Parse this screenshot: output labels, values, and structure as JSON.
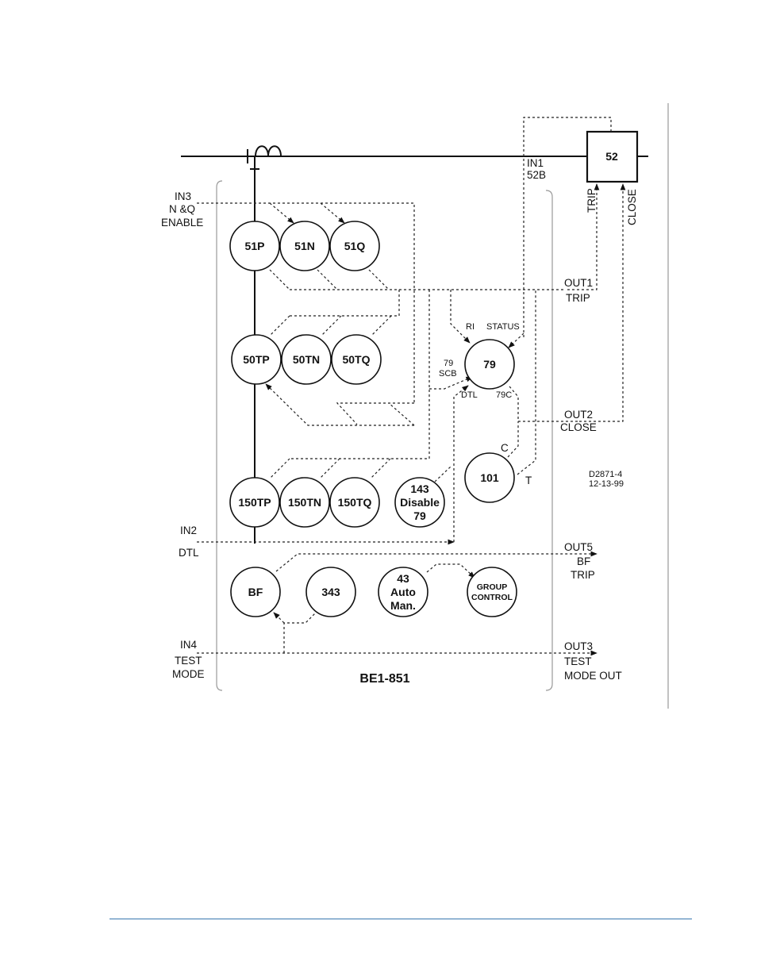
{
  "relay_model": "BE1-851",
  "drawing_no": "D2871-4",
  "drawing_date": "12-13-99",
  "breaker_label": "52",
  "inputs": {
    "in1": [
      "IN1",
      "52B"
    ],
    "in2": [
      "IN2",
      "DTL"
    ],
    "in3": [
      "IN3",
      "N &Q",
      "ENABLE"
    ],
    "in4": [
      "IN4",
      "TEST",
      "MODE"
    ]
  },
  "outputs": {
    "out1": [
      "OUT1",
      "TRIP"
    ],
    "out2": [
      "OUT2",
      "CLOSE"
    ],
    "out3": [
      "OUT3",
      "TEST",
      "MODE OUT"
    ],
    "out5": [
      "OUT5",
      "BF",
      "TRIP"
    ]
  },
  "breaker_ports": {
    "trip": "TRIP",
    "close": "CLOSE"
  },
  "elements": {
    "e51p": "51P",
    "e51n": "51N",
    "e51q": "51Q",
    "e50tp": "50TP",
    "e50tn": "50TN",
    "e50tq": "50TQ",
    "e150tp": "150TP",
    "e150tn": "150TN",
    "e150tq": "150TQ",
    "e143": [
      "143",
      "Disable",
      "79"
    ],
    "e79": "79",
    "e101": "101",
    "ebf": "BF",
    "e343": "343",
    "e43": [
      "43",
      "Auto",
      "Man."
    ],
    "group": [
      "GROUP",
      "CONTROL"
    ]
  },
  "recloser_ports": {
    "ri": "RI",
    "status": "STATUS",
    "scb": [
      "79",
      "SCB"
    ],
    "dtl": "DTL",
    "c79": "79C"
  },
  "switch_ports": {
    "c": "C",
    "t": "T"
  }
}
